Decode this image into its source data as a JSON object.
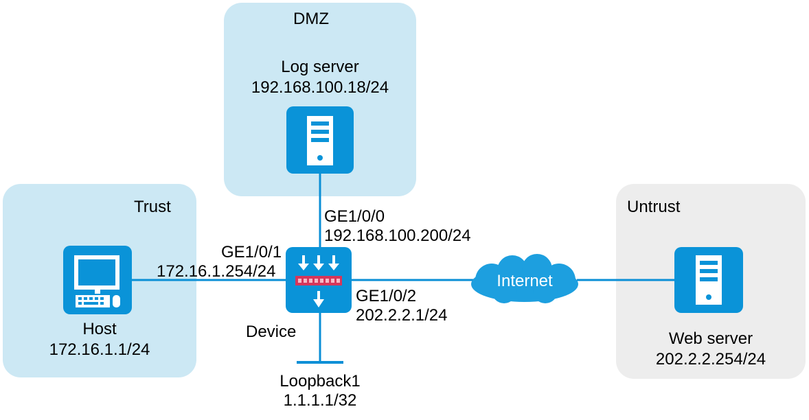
{
  "zones": {
    "dmz": {
      "label": "DMZ",
      "color": "#cce8f4"
    },
    "trust": {
      "label": "Trust",
      "color": "#cce8f4"
    },
    "untrust": {
      "label": "Untrust",
      "color": "#ededed"
    }
  },
  "nodes": {
    "log_server": {
      "name": "Log server",
      "ip": "192.168.100.18/24",
      "icon": "server-icon"
    },
    "host": {
      "name": "Host",
      "ip": "172.16.1.1/24",
      "icon": "desktop-computer-icon"
    },
    "device": {
      "name": "Device",
      "icon": "firewall-icon"
    },
    "web_server": {
      "name": "Web server",
      "ip": "202.2.2.254/24",
      "icon": "server-icon"
    },
    "internet": {
      "name": "Internet",
      "icon": "cloud-icon"
    },
    "loopback": {
      "name": "Loopback1",
      "ip": "1.1.1.1/32"
    }
  },
  "interfaces": {
    "ge0": {
      "name": "GE1/0/0",
      "ip": "192.168.100.200/24"
    },
    "ge1": {
      "name": "GE1/0/1",
      "ip": "172.16.1.254/24"
    },
    "ge2": {
      "name": "GE1/0/2",
      "ip": "202.2.2.1/24"
    }
  },
  "colors": {
    "icon_blue": "#0a93d8",
    "cloud_blue": "#1d9fdf",
    "firewall_bar": "#d6365a",
    "line": "#0b8fd6"
  }
}
